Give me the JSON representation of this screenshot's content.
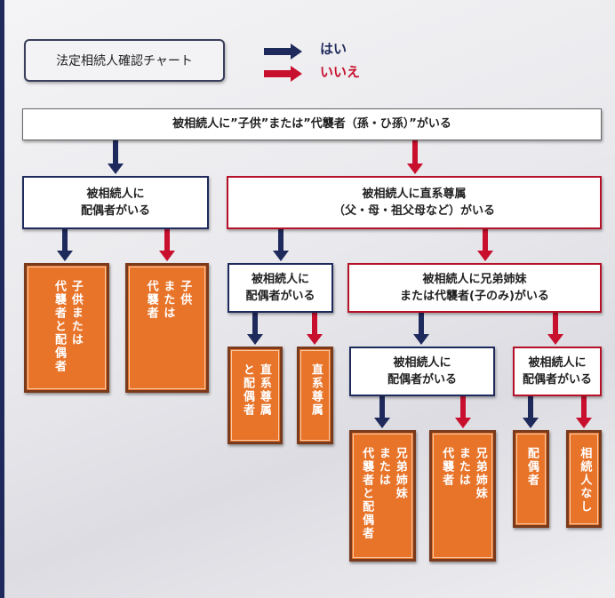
{
  "title": "法定相続人確認チャート",
  "legend": {
    "yes": "はい",
    "no": "いいえ"
  },
  "colors": {
    "yes": "#1f2a5c",
    "no": "#c8102e",
    "result": "#e8742a"
  },
  "questions": {
    "q1": "被相続人に”子供”または”代襲者（孫・ひ孫）”がいる",
    "q2a": "被相続人に\n配偶者がいる",
    "q2b": "被相続人に直系尊属\n（父・母・祖父母など）がいる",
    "q3a": "被相続人に\n配偶者がいる",
    "q3b": "被相続人に兄弟姉妹\nまたは代襲者(子のみ)がいる",
    "q4a": "被相続人に\n配偶者がいる",
    "q4b": "被相続人に\n配偶者がいる"
  },
  "results": {
    "r1": "子供または\n代襲者と配偶者",
    "r2": "子供\nまたは\n代襲者",
    "r3": "直系尊属\nと配偶者",
    "r4": "直系尊属",
    "r5": "兄弟姉妹\nまたは\n代襲者と配偶者",
    "r6": "兄弟姉妹\nまたは\n代襲者",
    "r7": "配偶者",
    "r8": "相続人なし"
  }
}
